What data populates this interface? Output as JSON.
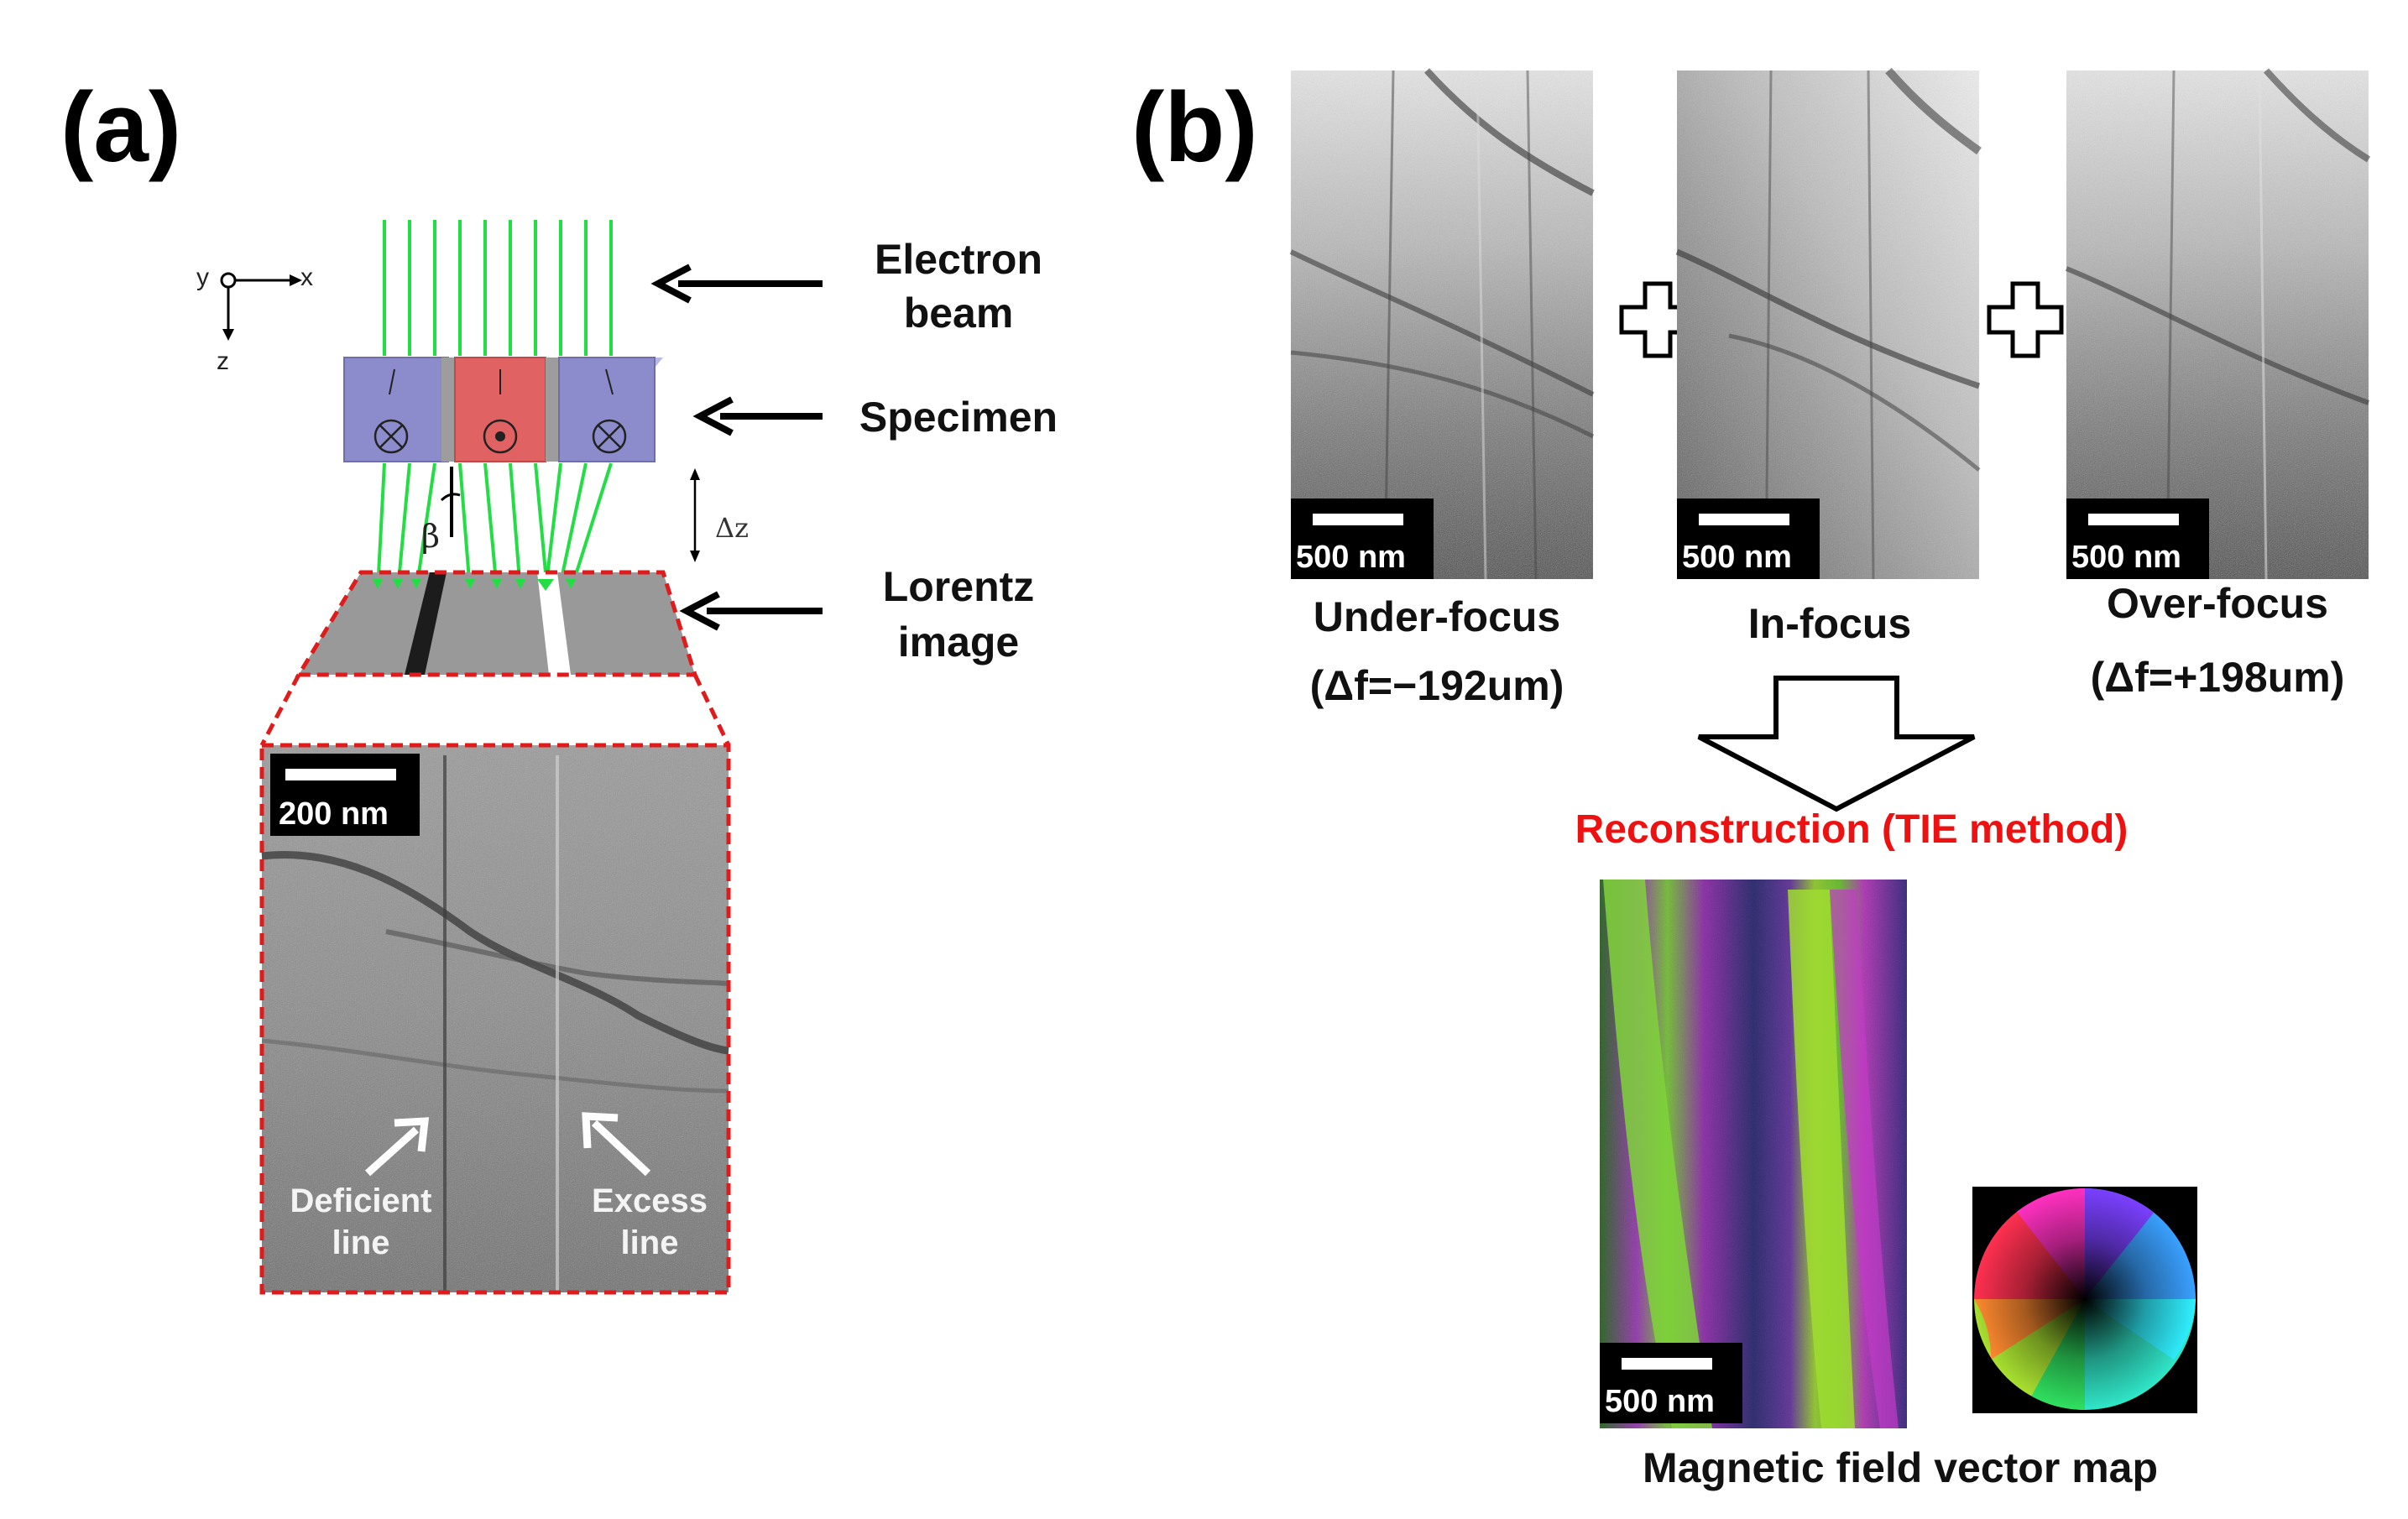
{
  "panel_a": {
    "label": "(a)",
    "axes": {
      "x": "x",
      "y": "y",
      "z": "z"
    },
    "arrow_labels": [
      {
        "line1": "Electron",
        "line2": "beam"
      },
      {
        "line1": "Specimen",
        "line2": ""
      },
      {
        "line1": "Lorentz",
        "line2": "image"
      }
    ],
    "delta_z": "Δz",
    "beta": "β",
    "inset": {
      "scale_bar": "200 nm",
      "deficient_label": {
        "line1": "Deficient",
        "line2": "line"
      },
      "excess_label": {
        "line1": "Excess",
        "line2": "line"
      }
    }
  },
  "panel_b": {
    "label": "(b)",
    "images": [
      {
        "scale_bar": "500 nm",
        "caption1": "Under-focus",
        "caption2": "(Δf=−192um)"
      },
      {
        "scale_bar": "500 nm",
        "caption1": "In-focus",
        "caption2": ""
      },
      {
        "scale_bar": "500 nm",
        "caption1": "Over-focus",
        "caption2": "(Δf=+198um)"
      }
    ],
    "reconstruction": "Reconstruction (TIE method)",
    "vector_map": {
      "scale_bar": "500 nm",
      "caption": "Magnetic field vector map"
    }
  },
  "colors": {
    "beam": "#22dd44",
    "domain_blue": "#8c8ccc",
    "domain_red": "#e06262",
    "dashed_red": "#e01b1b",
    "reconstruction_red": "#ee1111"
  }
}
